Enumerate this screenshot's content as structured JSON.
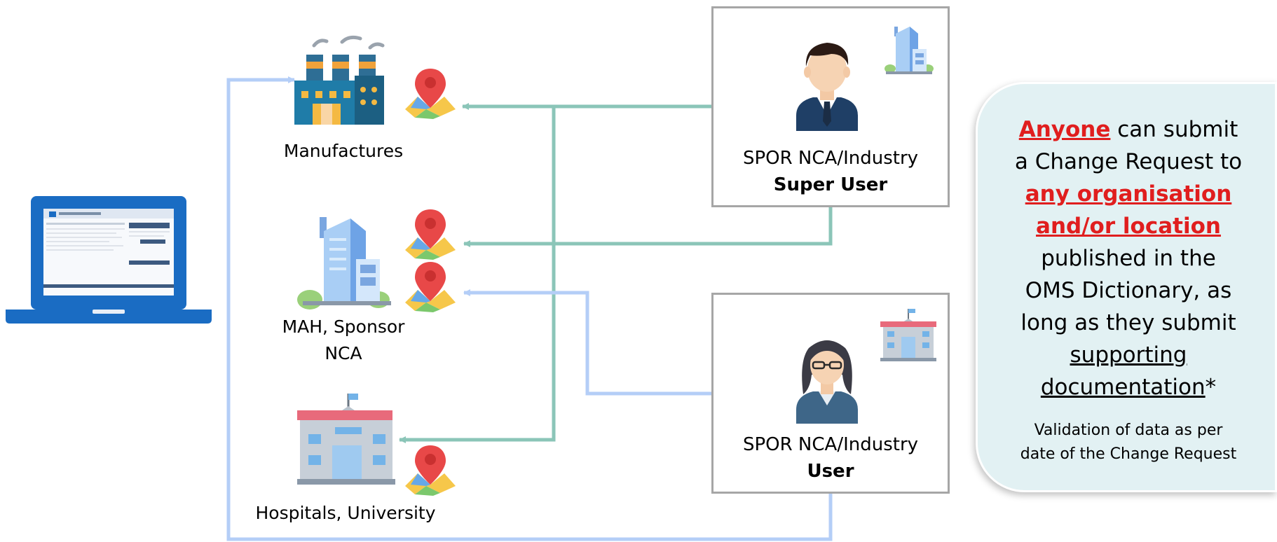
{
  "nodes": {
    "manufactures": "Manufactures",
    "mah_line1": "MAH, Sponsor",
    "mah_line2": "NCA",
    "hospitals": "Hospitals, University"
  },
  "super_user": {
    "line1": "SPOR NCA/Industry",
    "line2": "Super User"
  },
  "user": {
    "line1": "SPOR NCA/Industry",
    "line2": "User"
  },
  "info": {
    "anyone": "Anyone",
    "t1": " can submit",
    "t2": "a Change Request to",
    "t3": "any organisation",
    "t4": "and/or location",
    "t5": "published in the",
    "t6": "OMS Dictionary, as",
    "t7": "long as they submit",
    "t8": "supporting",
    "t9": "documentation",
    "t9_suffix": "*",
    "note1": "Validation of data as per",
    "note2": "date of the Change Request"
  },
  "colors": {
    "teal_line": "#8bc5b8",
    "blue_line": "#b4cef7",
    "box_border": "#a6a6a6",
    "info_bg": "#e2f1f3",
    "highlight_red": "#e01e1e",
    "laptop_blue": "#1a6cc3"
  },
  "icons": [
    "laptop-icon",
    "factory-icon",
    "office-building-icon",
    "hospital-icon",
    "map-pin-icon",
    "businessman-icon",
    "businesswoman-icon"
  ]
}
